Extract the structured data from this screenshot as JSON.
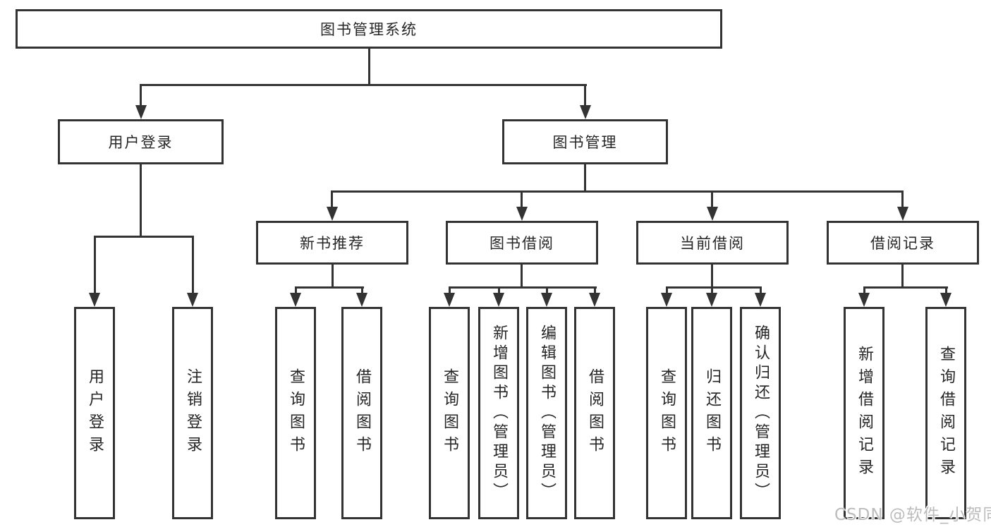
{
  "diagram": {
    "root": {
      "label": "图书管理系统"
    },
    "level2": [
      {
        "label": "用户登录"
      },
      {
        "label": "图书管理"
      }
    ],
    "level3": [
      {
        "label": "新书推荐"
      },
      {
        "label": "图书借阅"
      },
      {
        "label": "当前借阅"
      },
      {
        "label": "借阅记录"
      }
    ],
    "leaves": {
      "login": [
        "用户登录",
        "注销登录"
      ],
      "newbook": [
        "查询图书",
        "借阅图书"
      ],
      "borrow": [
        "查询图书",
        "新增图书（管理员）",
        "编辑图书（管理员）",
        "借阅图书"
      ],
      "current": [
        "查询图书",
        "归还图书",
        "确认归还（管理员）"
      ],
      "records": [
        "新增借阅记录",
        "查询借阅记录"
      ]
    },
    "colors": {
      "line": "#333333",
      "border": "#333333",
      "text": "#262626",
      "background": "#ffffff",
      "watermark": "#bcbcbc"
    },
    "watermark": "CSDN @软件_小贺同学"
  }
}
